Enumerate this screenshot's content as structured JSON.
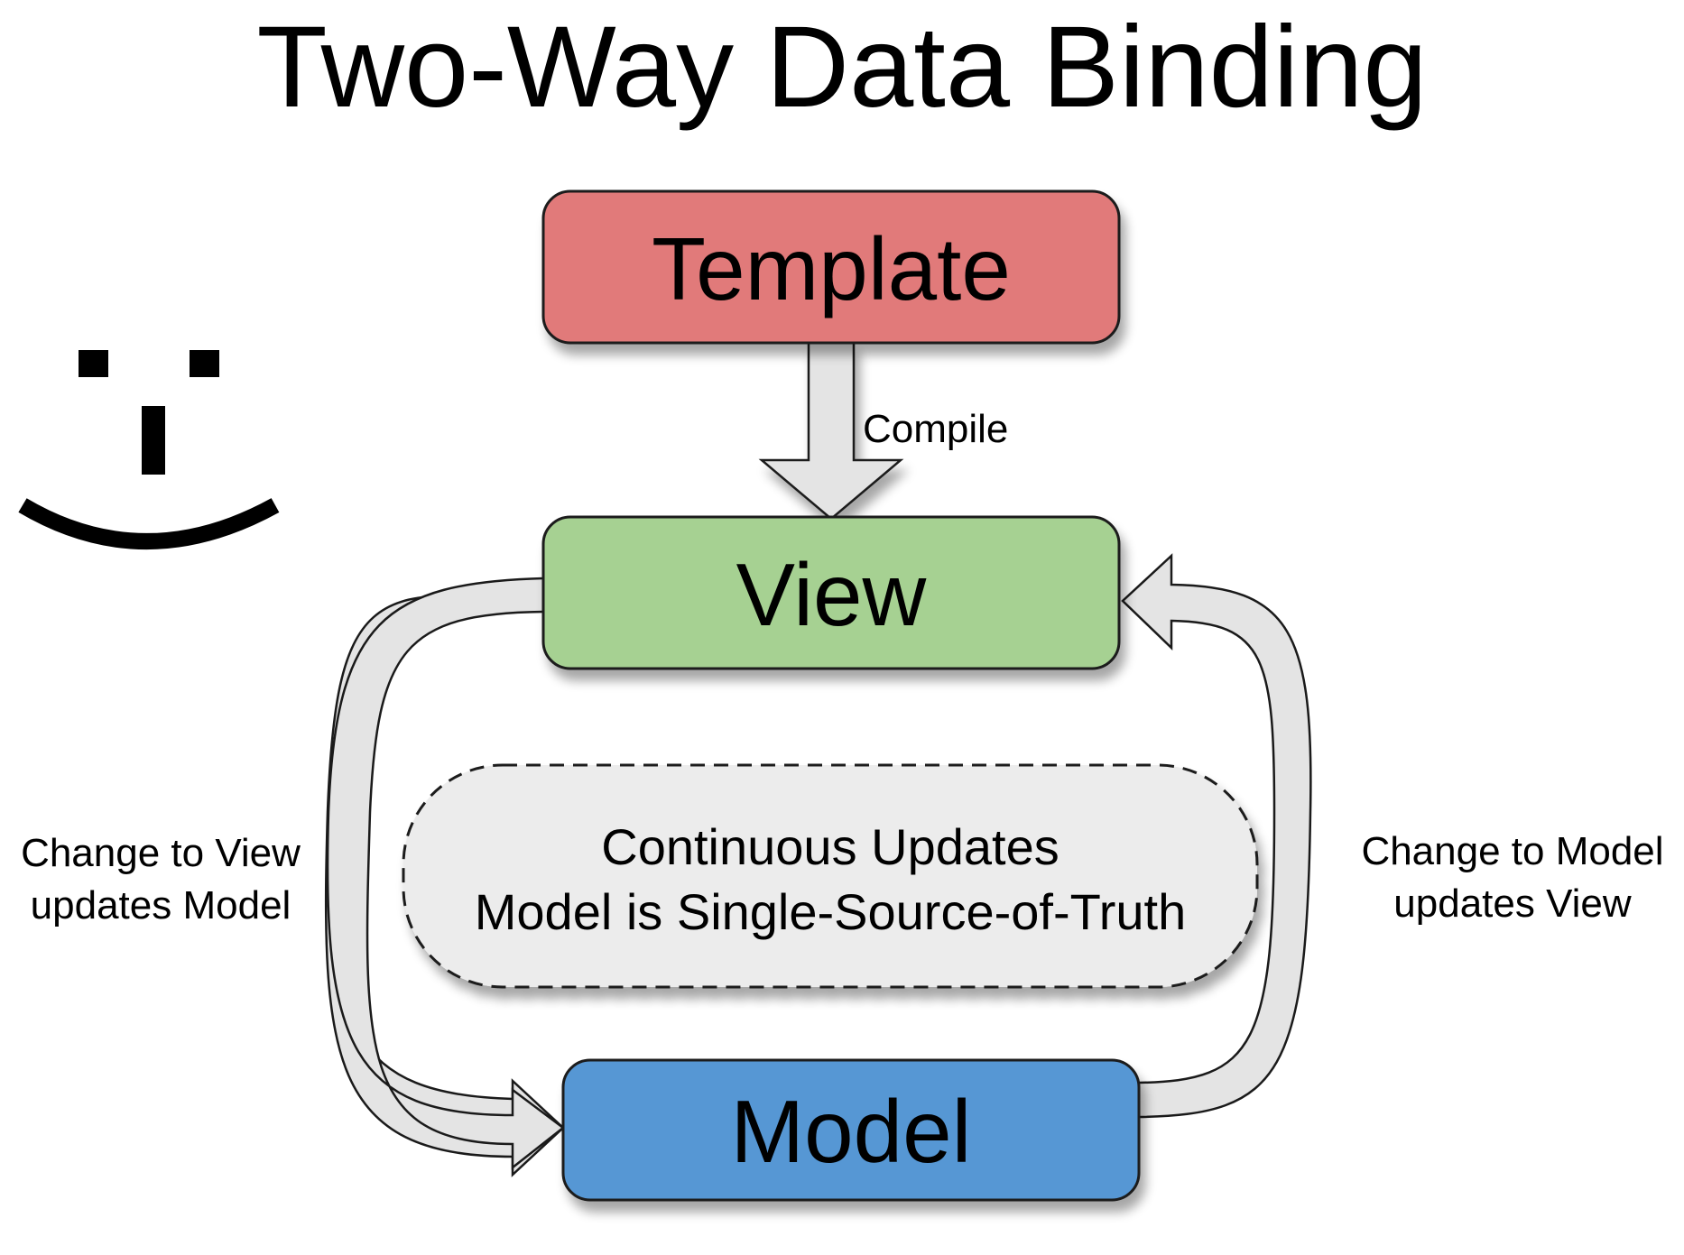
{
  "title": "Two-Way Data Binding",
  "nodes": {
    "template": {
      "label": "Template",
      "color": "#E17A7A"
    },
    "view": {
      "label": "View",
      "color": "#A6D192"
    },
    "model": {
      "label": "Model",
      "color": "#5797D4"
    }
  },
  "edges": {
    "compile": {
      "label": "Compile"
    },
    "view_to_model": {
      "line1": "Change to View",
      "line2": "updates Model"
    },
    "model_to_view": {
      "line1": "Change to Model",
      "line2": "updates View"
    }
  },
  "center_note": {
    "line1": "Continuous Updates",
    "line2": "Model is Single-Source-of-Truth"
  },
  "colors": {
    "arrow_fill": "#E4E4E4",
    "center_fill": "#ECECEC",
    "outline": "#1A1A1A"
  },
  "decoration": {
    "face": "smiley-face"
  }
}
